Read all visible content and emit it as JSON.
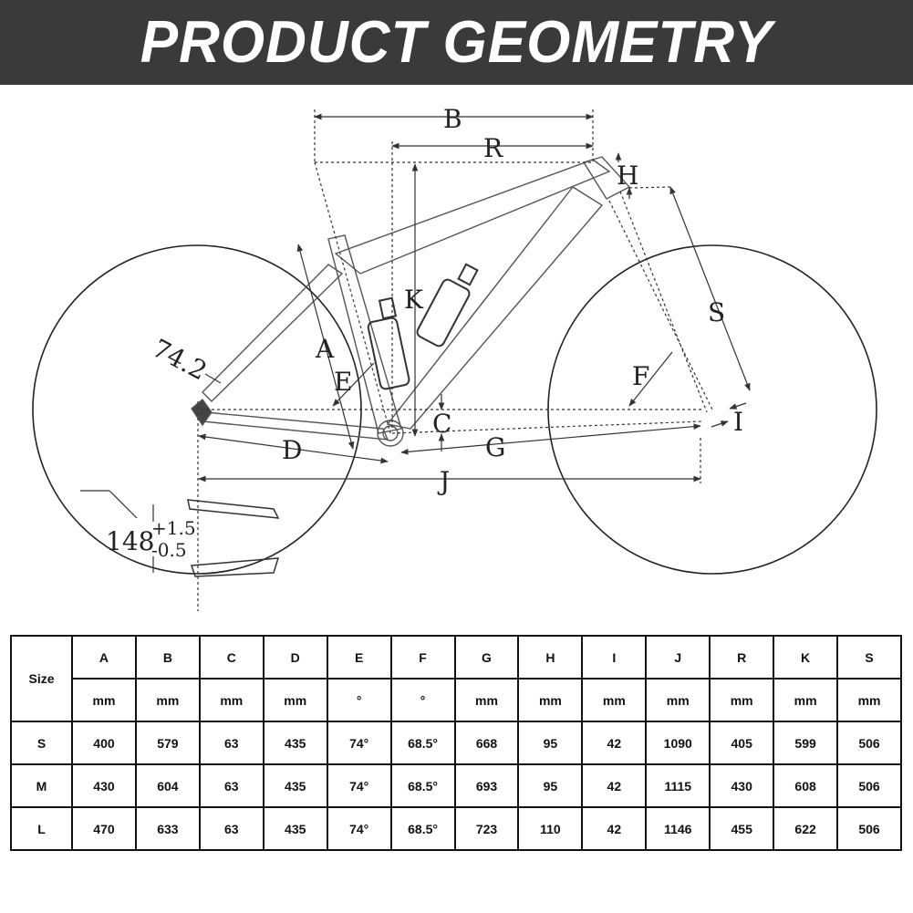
{
  "header": {
    "title": "PRODUCT GEOMETRY"
  },
  "diagram": {
    "labels": {
      "A": "A",
      "B": "B",
      "C": "C",
      "D": "D",
      "E": "E",
      "F": "F",
      "G": "G",
      "H": "H",
      "I": "I",
      "J": "J",
      "K": "K",
      "R": "R",
      "S": "S"
    },
    "angle": "74.2",
    "spacing_main": "148",
    "spacing_plus": "+1.5",
    "spacing_minus": "-0.5"
  },
  "table": {
    "size_header": "Size",
    "columns": [
      "A",
      "B",
      "C",
      "D",
      "E",
      "F",
      "G",
      "H",
      "I",
      "J",
      "R",
      "K",
      "S"
    ],
    "units": [
      "mm",
      "mm",
      "mm",
      "mm",
      "°",
      "°",
      "mm",
      "mm",
      "mm",
      "mm",
      "mm",
      "mm",
      "mm"
    ],
    "rows": [
      {
        "size": "S",
        "values": [
          "400",
          "579",
          "63",
          "435",
          "74°",
          "68.5°",
          "668",
          "95",
          "42",
          "1090",
          "405",
          "599",
          "506"
        ]
      },
      {
        "size": "M",
        "values": [
          "430",
          "604",
          "63",
          "435",
          "74°",
          "68.5°",
          "693",
          "95",
          "42",
          "1115",
          "430",
          "608",
          "506"
        ]
      },
      {
        "size": "L",
        "values": [
          "470",
          "633",
          "63",
          "435",
          "74°",
          "68.5°",
          "723",
          "110",
          "42",
          "1146",
          "455",
          "622",
          "506"
        ]
      }
    ]
  }
}
